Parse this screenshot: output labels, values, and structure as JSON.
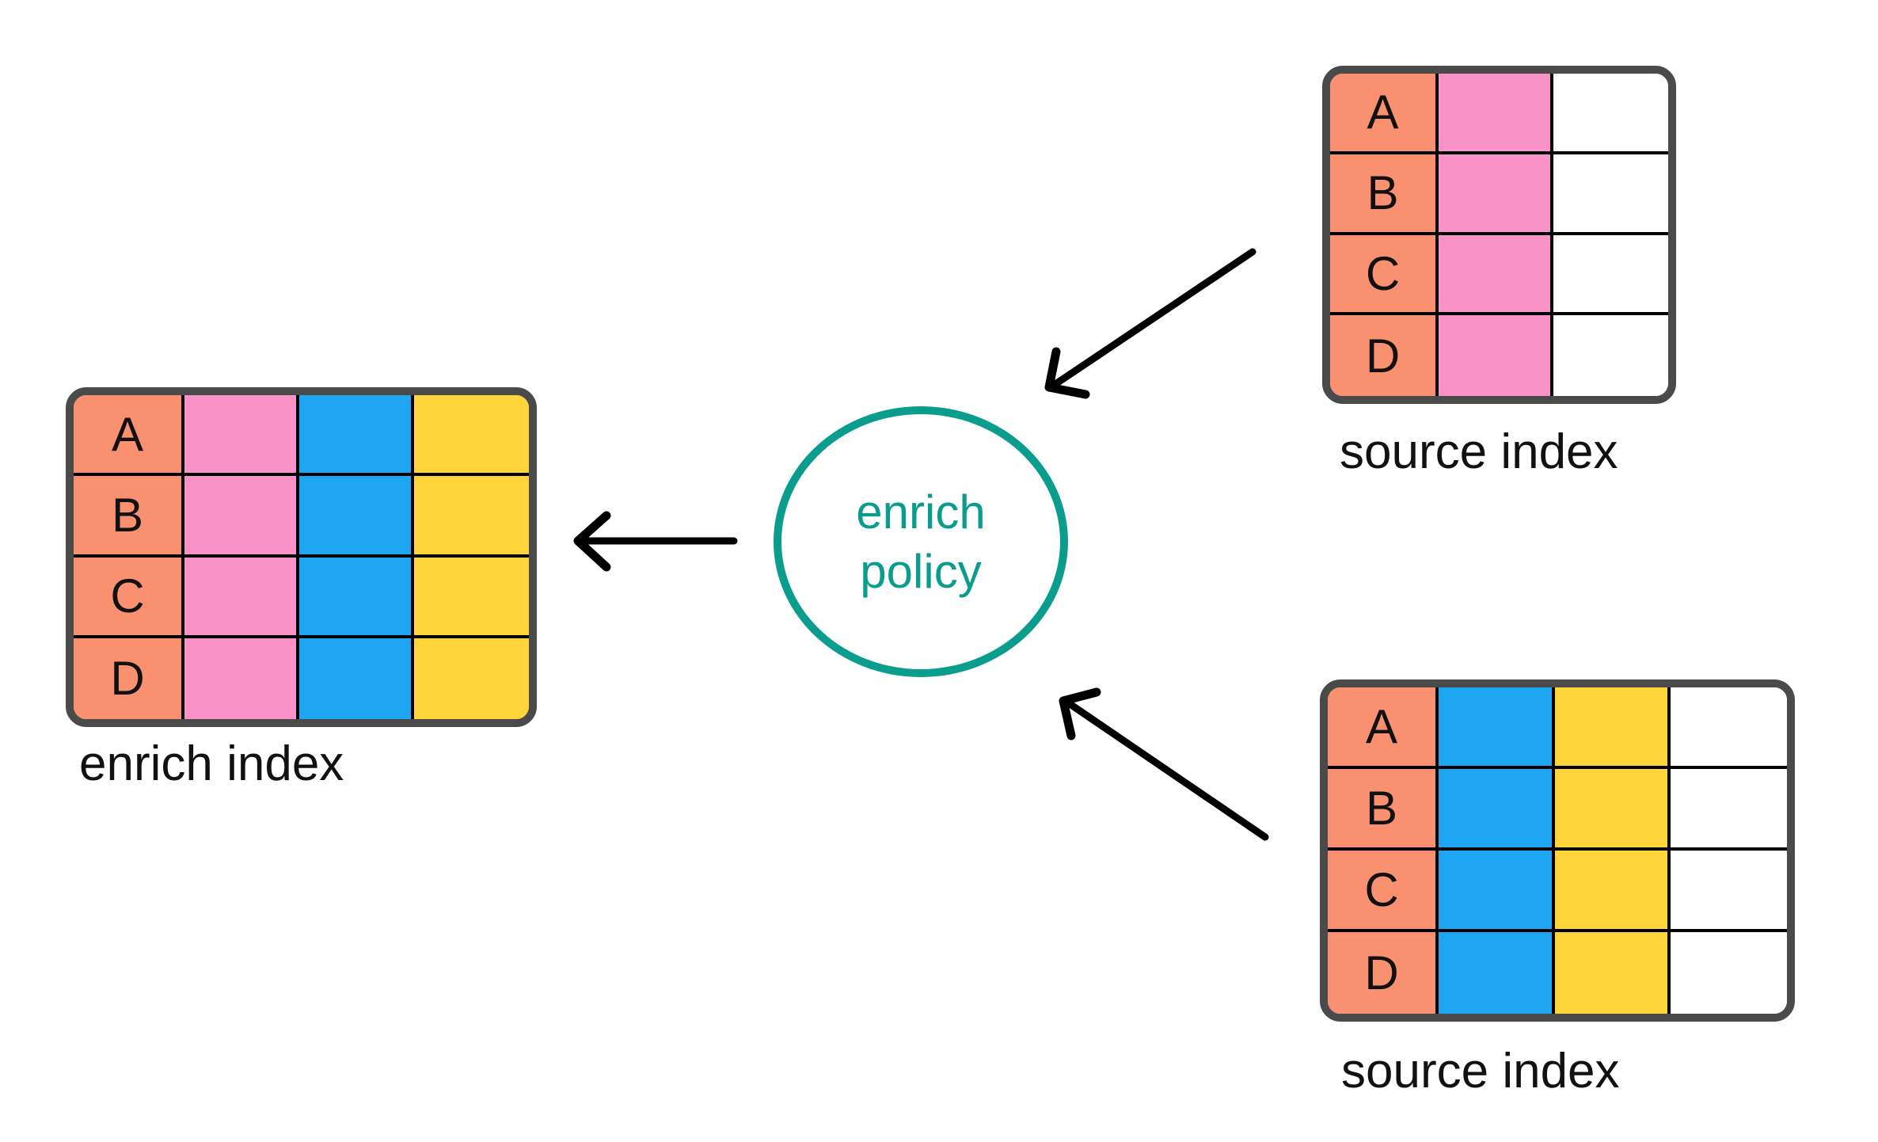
{
  "colors": {
    "background": "#ffffff",
    "salmon": "#f9906f",
    "pink": "#f992c7",
    "blue": "#1ea6f2",
    "yellow": "#ffd43b",
    "white": "#ffffff",
    "teal": "#0a9d8d",
    "border": "#4a4a4a",
    "arrow": "#000000",
    "text": "#111111"
  },
  "policy": {
    "line1": "enrich",
    "line2": "policy"
  },
  "enrich_index": {
    "caption": "enrich index",
    "row_labels": [
      "A",
      "B",
      "C",
      "D"
    ],
    "column_colors": [
      "salmon",
      "pink",
      "blue",
      "yellow"
    ]
  },
  "source_index_top": {
    "caption": "source index",
    "row_labels": [
      "A",
      "B",
      "C",
      "D"
    ],
    "column_colors": [
      "salmon",
      "pink",
      "white"
    ]
  },
  "source_index_bottom": {
    "caption": "source index",
    "row_labels": [
      "A",
      "B",
      "C",
      "D"
    ],
    "column_colors": [
      "salmon",
      "blue",
      "yellow",
      "white"
    ]
  }
}
